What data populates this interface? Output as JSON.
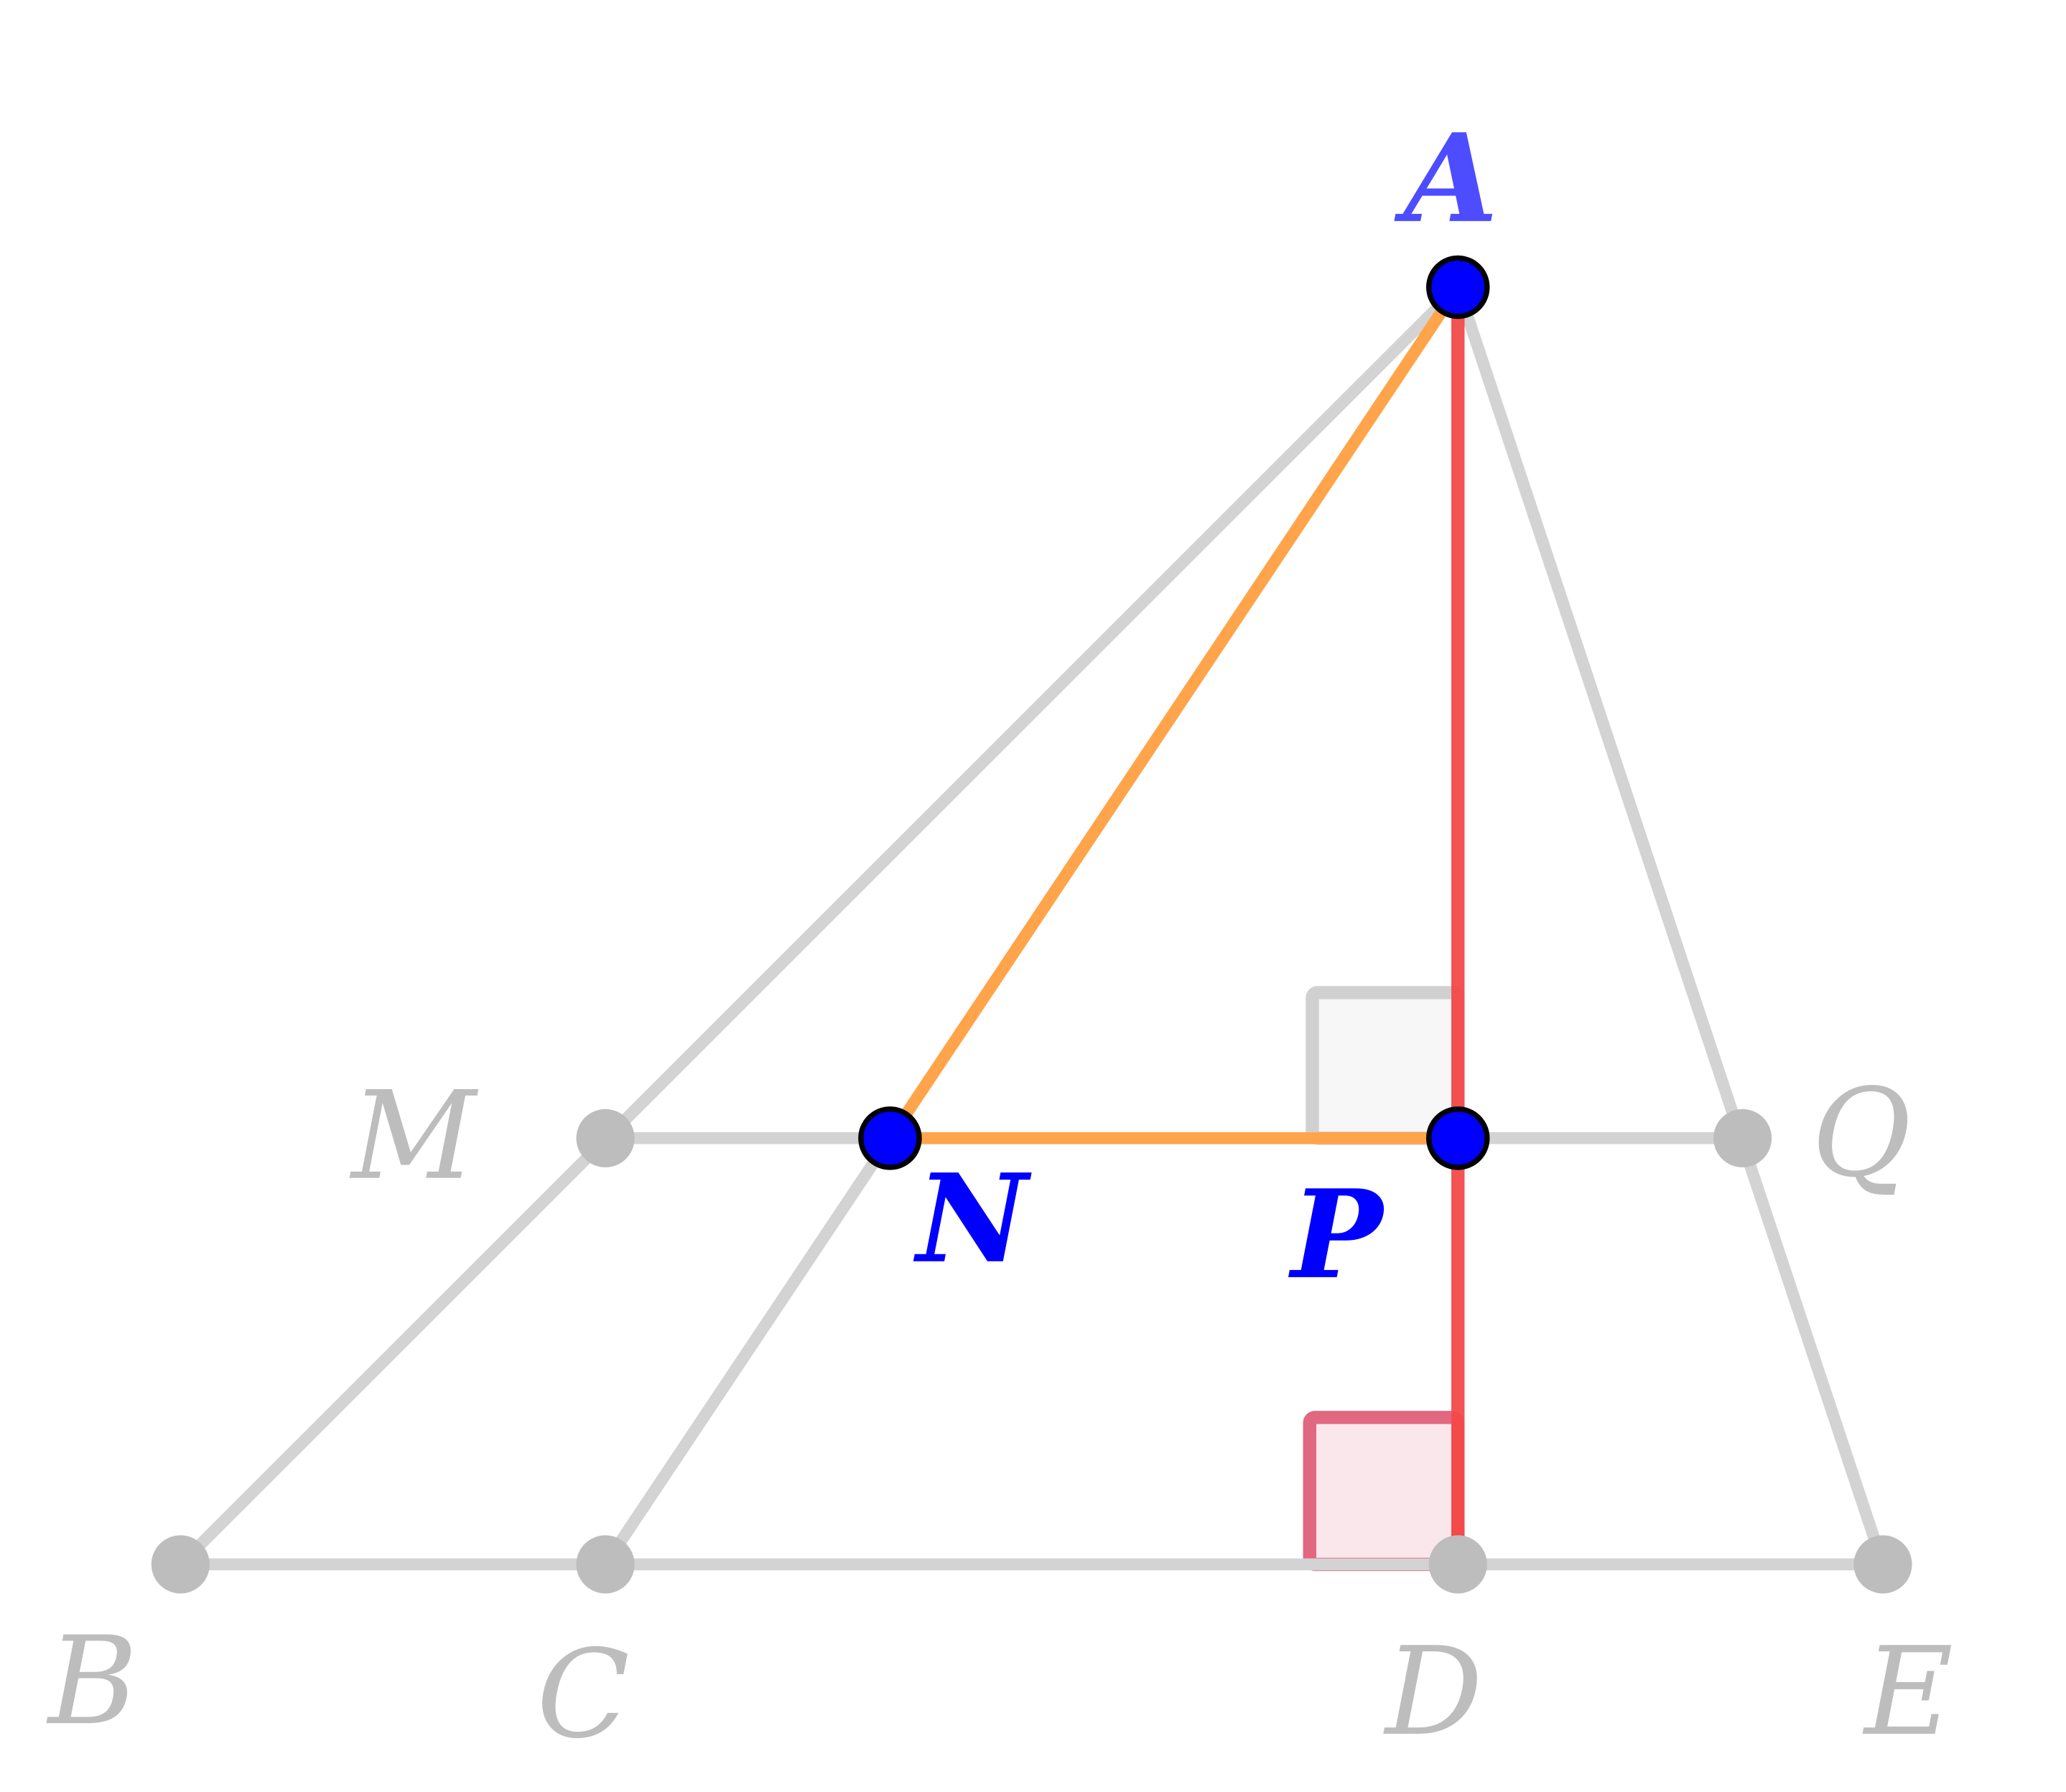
{
  "diagram": {
    "points": {
      "A": "A",
      "B": "B",
      "C": "C",
      "D": "D",
      "E": "E",
      "M": "M",
      "N": "N",
      "P": "P",
      "Q": "Q"
    },
    "colors": {
      "construction_line": "#d3d3d3",
      "highlight_orange": "#ffa44a",
      "highlight_red": "#f44a4a",
      "key_point": "#0000ff",
      "other_point": "#bdbdbd",
      "label_A": "#4d4dff",
      "right_angle_gray": "#f7f7f7",
      "right_angle_pink": "#fae6ea"
    }
  }
}
